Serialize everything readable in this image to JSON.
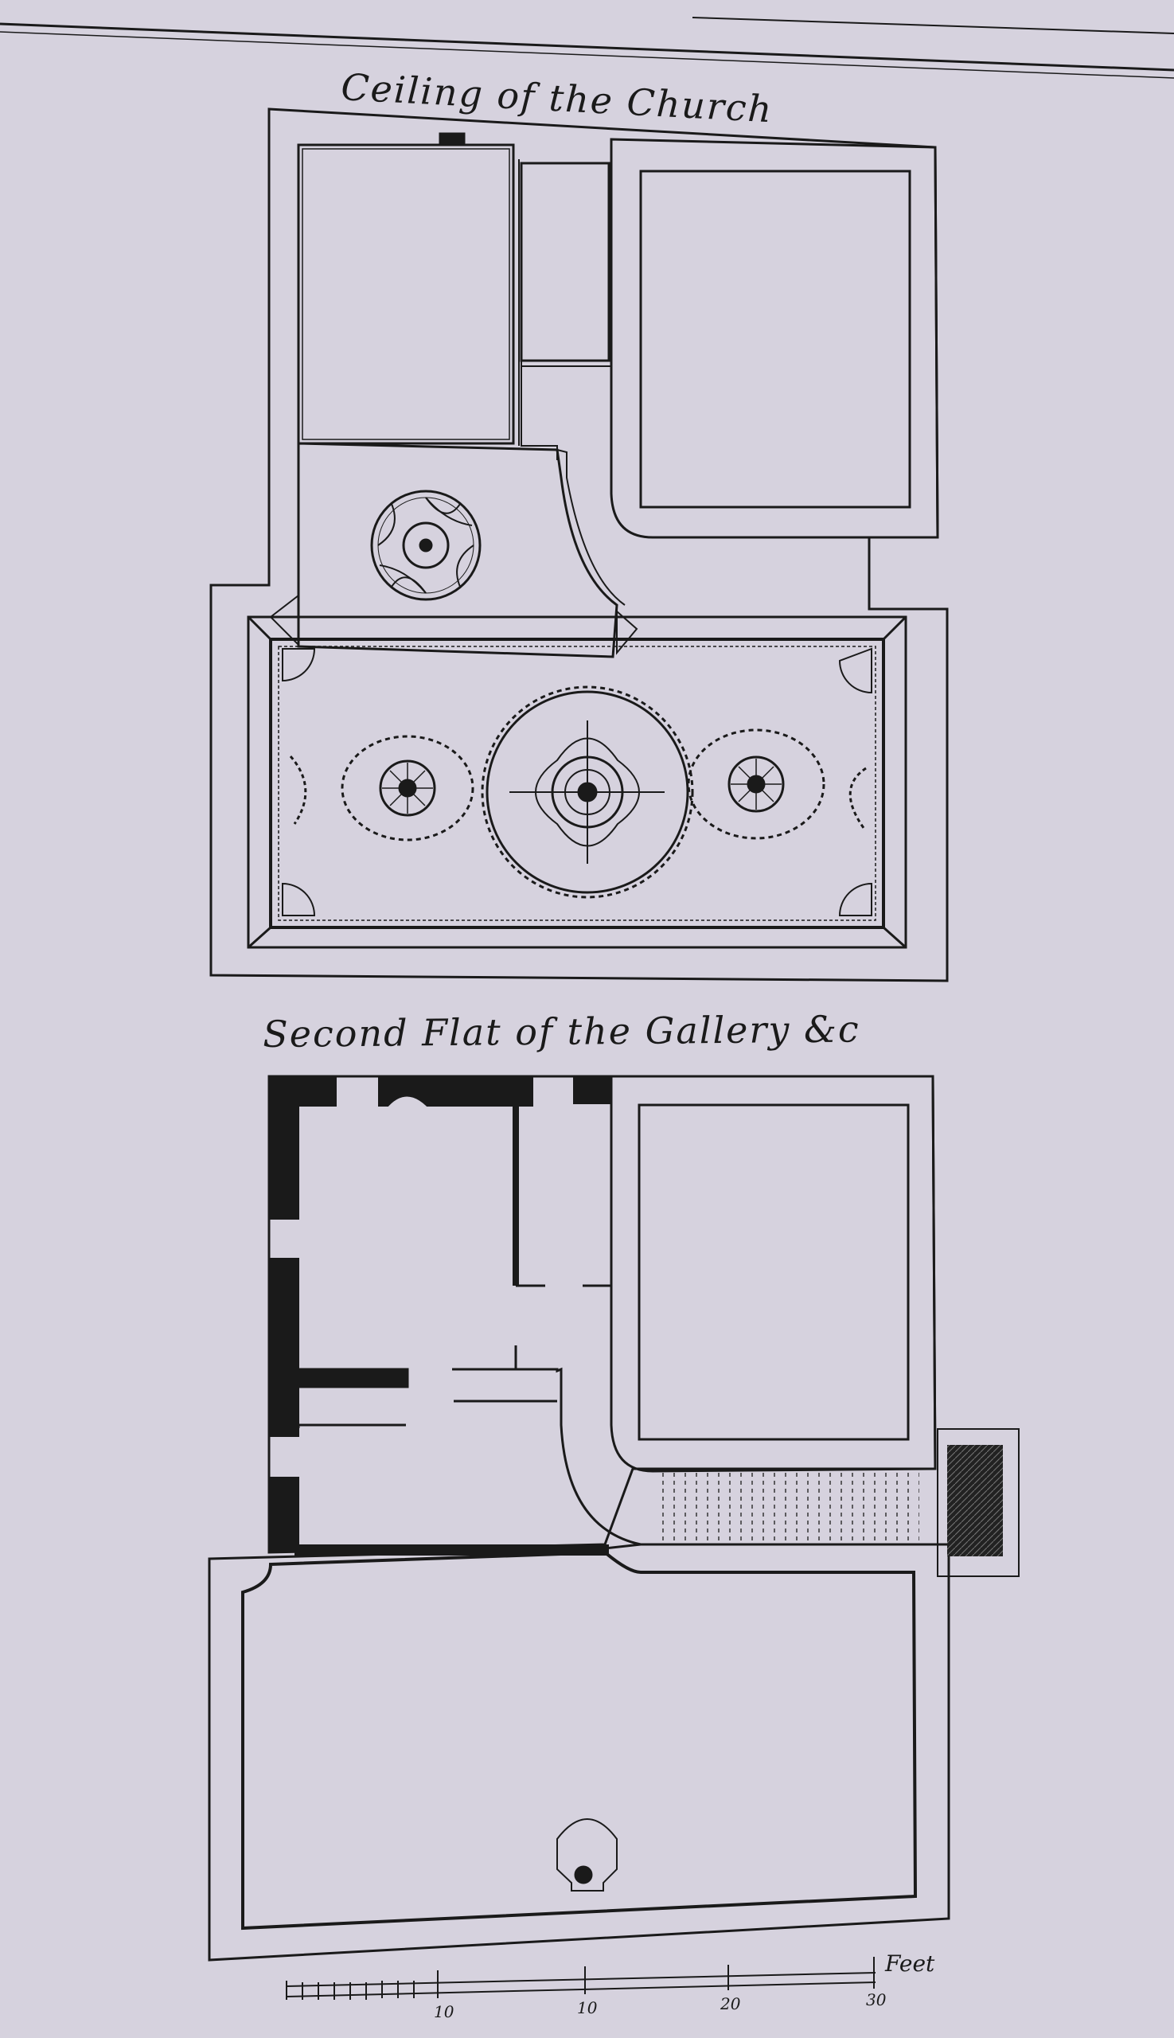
{
  "titles": {
    "ceiling": "Ceiling of the Church",
    "second_flat": "Second Flat of the Gallery &c"
  },
  "scale": {
    "unit": "Feet",
    "ticks": [
      "10",
      "10",
      "20",
      "30"
    ]
  },
  "colors": {
    "paper": "#d6d2de",
    "ink": "#1a1a1a"
  }
}
